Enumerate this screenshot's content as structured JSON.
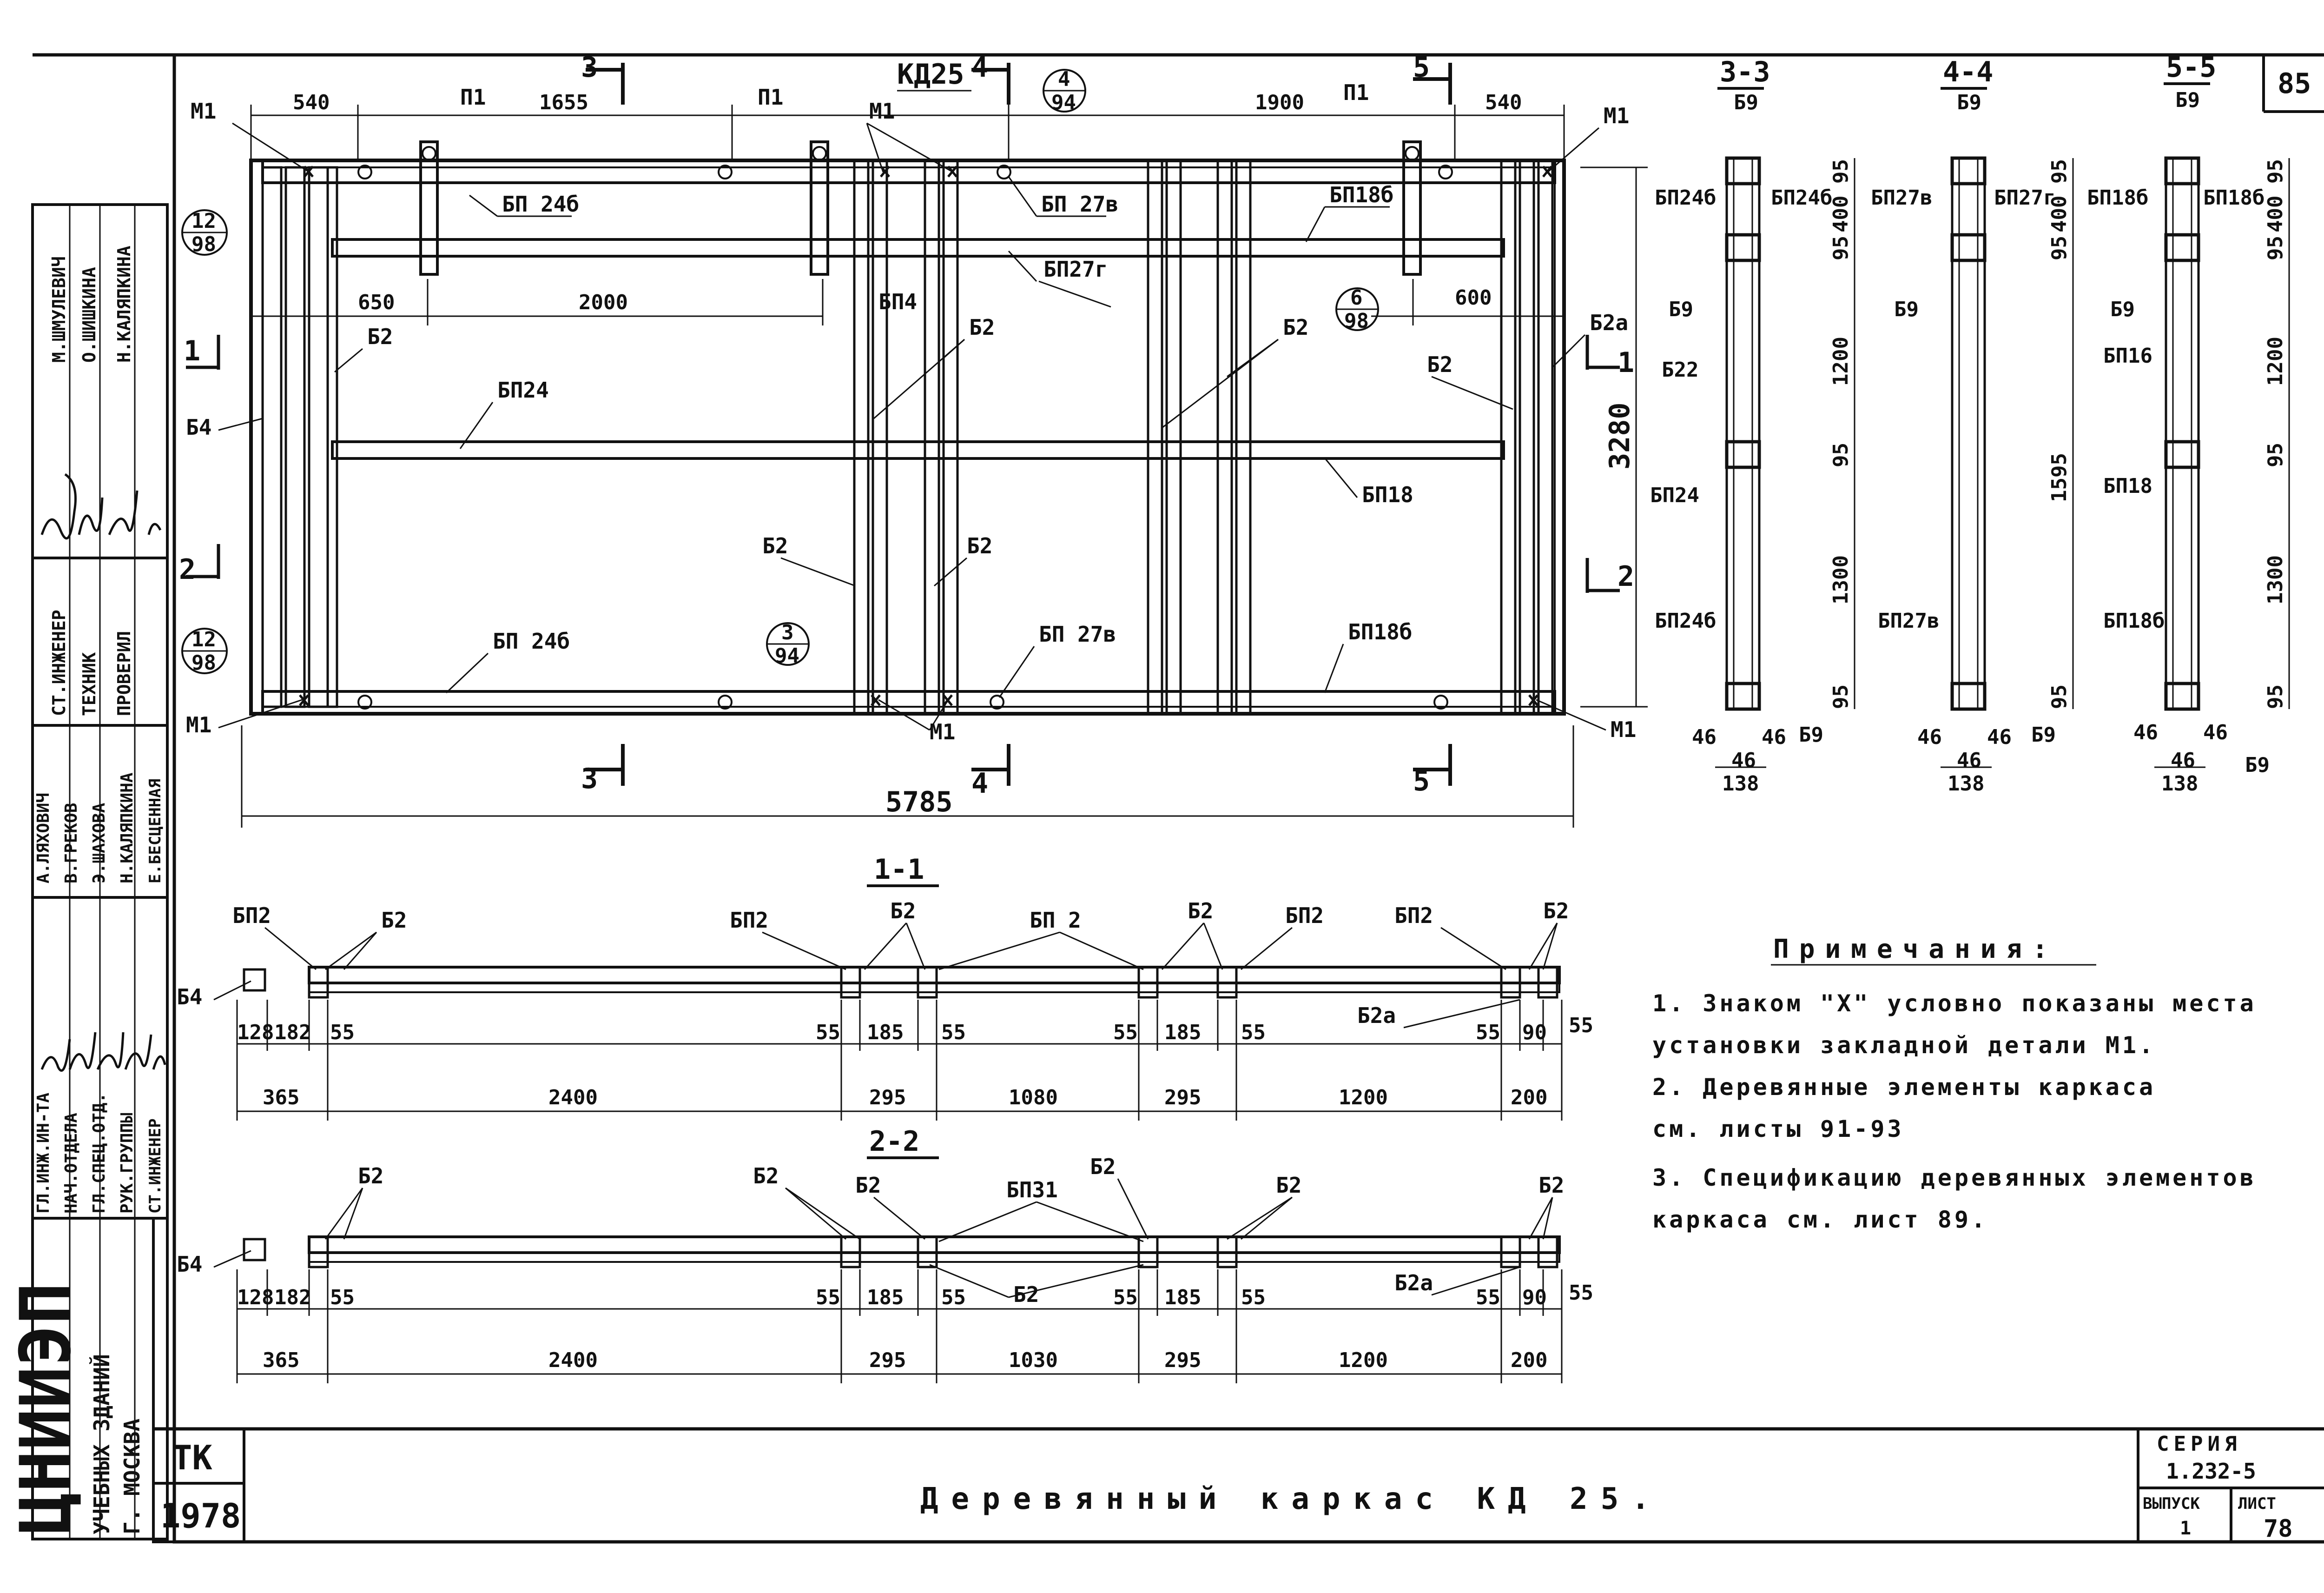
{
  "sheet_number": "85",
  "title": "Деревянный каркас КД 25.",
  "stamp": {
    "code": "ТК",
    "year": "1978"
  },
  "series": {
    "label": "СЕРИЯ",
    "value": "1.232-5",
    "issue_label": "ВЫПУСК",
    "issue": "1",
    "sheet_label": "ЛИСТ",
    "sheet": "78"
  },
  "institute": {
    "name": "ЦНИИЭП",
    "line1": "УЧЕБНЫХ ЗДАНИЙ",
    "line2": "Г. МОСКВА"
  },
  "signatures": {
    "roles_top": [
      "СТ.ИНЖЕНЕР",
      "ТЕХНИК",
      "ПРОВЕРИЛ"
    ],
    "names_top": [
      "М.ШМУЛЕВИЧ",
      "О.ШИШКИНА",
      "Н.КАЛЯПКИНА"
    ],
    "roles_bottom": [
      "ГЛ.ИНЖ.ИН-ТА",
      "НАЧ.ОТДЕЛА",
      "ГЛ.СПЕЦ.ОТД.",
      "РУК.ГРУППЫ",
      "СТ.ИНЖЕНЕР"
    ],
    "names_bottom": [
      "А.ЛЯХОВИЧ",
      "В.ГРЕКОВ",
      "Э.ШАХОВА",
      "Н.КАЛЯПКИНА",
      "Е.БЕСЦЕННАЯ"
    ]
  },
  "main_view": {
    "frame_label": "КД25",
    "overall_width": "5785",
    "overall_height": "3280",
    "top_dims": [
      "540",
      "1655",
      "1900",
      "540"
    ],
    "inner_dims": [
      "650",
      "2000",
      "600"
    ],
    "labels": {
      "m1": "М1",
      "p1": "П1",
      "bp24b": "БП24б",
      "bp27v": "БП27в",
      "bp18b": "БП18б",
      "bp27g": "БП27г",
      "bp4": "БП4",
      "b2": "Б2",
      "b2a": "Б2а",
      "b4": "Б4",
      "bp24": "БП24",
      "bp18": "БП18",
      "bp24b_bot": "БП 24б",
      "bp27v_bot": "БП 27в",
      "bp18b_bot": "БП18б",
      "bp27v_top": "БП 27в",
      "bp24b_top": "БП 24б"
    },
    "callouts": [
      {
        "num": "4",
        "sheet": "94"
      },
      {
        "num": "12",
        "sheet": "98"
      },
      {
        "num": "6",
        "sheet": "98"
      },
      {
        "num": "12",
        "sheet": "98"
      },
      {
        "num": "3",
        "sheet": "94"
      }
    ],
    "section_marks": [
      "1",
      "2",
      "3",
      "4",
      "5"
    ]
  },
  "section_3_3": {
    "title": "3-3",
    "labels": [
      "Б9",
      "БП24б",
      "БП24б",
      "Б9",
      "Б22",
      "БП24",
      "БП24б",
      "Б9"
    ],
    "dims": [
      "95",
      "400",
      "95",
      "1200",
      "95",
      "1300",
      "95"
    ],
    "bottom": [
      "46",
      "46",
      "46",
      "138"
    ]
  },
  "section_4_4": {
    "title": "4-4",
    "labels": [
      "Б9",
      "БП27в",
      "БП27г",
      "Б9",
      "БП27в",
      "Б9"
    ],
    "dims": [
      "95",
      "400",
      "95",
      "1595",
      "95"
    ],
    "bottom": [
      "46",
      "46",
      "46",
      "138"
    ]
  },
  "section_5_5": {
    "title": "5-5",
    "labels": [
      "Б9",
      "БП18б",
      "БП18б",
      "Б9",
      "БП16",
      "БП18",
      "БП18б",
      "Б9"
    ],
    "dims": [
      "95",
      "400",
      "95",
      "1200",
      "95",
      "1300",
      "95"
    ],
    "bottom": [
      "46",
      "46",
      "46",
      "138"
    ]
  },
  "section_1_1": {
    "title": "1-1",
    "labels": [
      "БП2",
      "Б2",
      "БП2",
      "Б2",
      "БП 2",
      "Б2",
      "БП2",
      "БП2",
      "Б2",
      "Б4",
      "Б2а"
    ],
    "small_dims": [
      "128",
      "182",
      "55",
      "55",
      "185",
      "55",
      "55",
      "185",
      "55",
      "55",
      "90",
      "55"
    ],
    "dims": [
      "365",
      "2400",
      "295",
      "1080",
      "295",
      "1200",
      "200"
    ]
  },
  "section_2_2": {
    "title": "2-2",
    "labels": [
      "Б2",
      "Б2",
      "Б2",
      "БП31",
      "Б2",
      "Б2",
      "Б2",
      "Б2",
      "Б4",
      "Б2а"
    ],
    "small_dims": [
      "128",
      "182",
      "55",
      "55",
      "185",
      "55",
      "55",
      "185",
      "55",
      "55",
      "90",
      "55"
    ],
    "dims": [
      "365",
      "2400",
      "295",
      "1030",
      "295",
      "1200",
      "200"
    ]
  },
  "notes": {
    "heading": "Примечания:",
    "lines": [
      "1. Знаком \"Х\" условно показаны места",
      "установки закладной детали М1.",
      "2. Деревянные элементы каркаса",
      "см. листы 91-93",
      "3. Спецификацию деревянных элементов",
      "каркаса см. лист 89."
    ]
  }
}
